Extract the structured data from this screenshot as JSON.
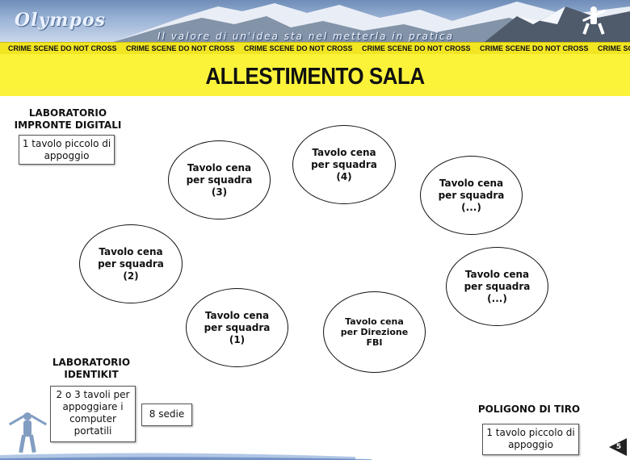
{
  "header": {
    "logo_text": "Olympos",
    "tagline": "Il valore di un'idea sta nel metterla in pratica",
    "tape_text": "CRIME SCENE DO NOT CROSS",
    "tape_repeat": 6
  },
  "title": "ALLESTIMENTO SALA",
  "areas": {
    "lab_impronte": {
      "label": "LABORATORIO\nIMPRONTE DIGITALI",
      "box": "1 tavolo piccolo di\nappoggio"
    },
    "lab_identikit": {
      "label": "LABORATORIO\nIDENTIKIT",
      "box": "2 o 3 tavoli per\nappoggiare i\ncomputer\nportatili",
      "chairs": "8 sedie"
    },
    "poligono": {
      "label": "POLIGONO DI TIRO",
      "box": "1 tavolo piccolo di\nappoggio"
    }
  },
  "tables": [
    {
      "id": "t3",
      "label": "Tavolo cena\nper squadra\n(3)"
    },
    {
      "id": "t4",
      "label": "Tavolo cena\nper squadra\n(4)"
    },
    {
      "id": "te1",
      "label": "Tavolo cena\nper squadra\n(...)"
    },
    {
      "id": "t2",
      "label": "Tavolo cena\nper squadra\n(2)"
    },
    {
      "id": "te2",
      "label": "Tavolo cena\nper squadra\n(...)"
    },
    {
      "id": "t1",
      "label": "Tavolo cena\nper squadra\n(1)"
    },
    {
      "id": "tfbi",
      "label": "Tavolo cena\nper Direzione\nFBI"
    }
  ],
  "footer": {
    "page_number": "5"
  },
  "colors": {
    "tape_yellow": "#f2e622",
    "title_yellow": "#fbf33a",
    "sky_blue": "#9bb3d6"
  }
}
